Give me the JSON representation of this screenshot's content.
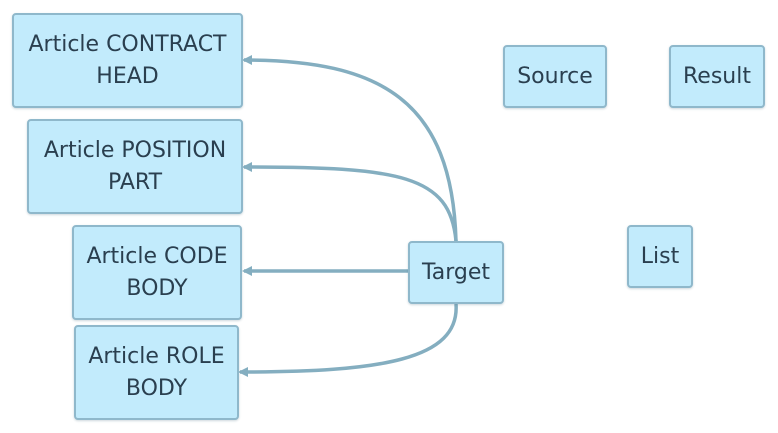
{
  "diagram": {
    "nodes": {
      "contract": {
        "line1": "Article CONTRACT",
        "line2": "HEAD"
      },
      "position": {
        "line1": "Article POSITION",
        "line2": "PART"
      },
      "code": {
        "line1": "Article CODE",
        "line2": "BODY"
      },
      "role": {
        "line1": "Article ROLE",
        "line2": "BODY"
      },
      "target": {
        "label": "Target"
      },
      "source": {
        "label": "Source"
      },
      "result": {
        "label": "Result"
      },
      "list": {
        "label": "List"
      }
    },
    "edges": [
      {
        "from": "Target",
        "to": "Article CONTRACT HEAD"
      },
      {
        "from": "Target",
        "to": "Article POSITION PART"
      },
      {
        "from": "Target",
        "to": "Article CODE BODY"
      },
      {
        "from": "Target",
        "to": "Article ROLE BODY"
      }
    ],
    "colors": {
      "node_fill": "#c2ebfc",
      "node_border": "#8fb8cb",
      "node_text": "#2a3f4f",
      "edge": "#84aec0"
    }
  }
}
